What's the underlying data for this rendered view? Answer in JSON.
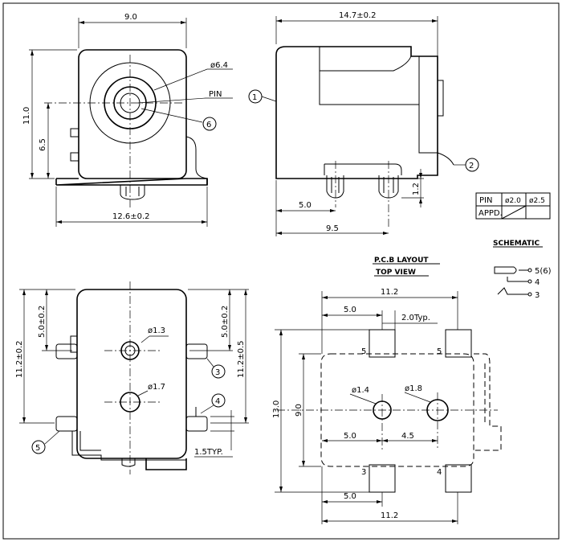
{
  "front_view": {
    "dim_width": "9.0",
    "dim_height": "11.0",
    "dim_center": "6.5",
    "dim_hole": "ø6.4",
    "pin_label": "PIN",
    "dim_base": "12.6±0.2",
    "callout_6": "6"
  },
  "side_view": {
    "dim_length": "14.7±0.2",
    "dim_pin_height": "1.2",
    "dim_5": "5.0",
    "dim_95": "9.5",
    "callout_1": "1",
    "callout_2": "2"
  },
  "pin_table": {
    "pin": "PIN",
    "col1": "ø2.0",
    "col2": "ø2.5",
    "appd": "APPD."
  },
  "schematic": {
    "title": "SCHEMATIC",
    "pin5": "5(6)",
    "pin4": "4",
    "pin3": "3"
  },
  "pcb": {
    "title": "P.C.B LAYOUT",
    "subtitle": "TOP VIEW",
    "dim_top": "11.2",
    "dim_5": "5.0",
    "dim_2typ": "2.0Typ.",
    "dim_13": "13.0",
    "dim_9": "9.0",
    "hole1": "ø1.4",
    "hole2": "ø1.8",
    "dim_5b": "5.0",
    "dim_45": "4.5",
    "dim_5c": "5.0",
    "dim_bottom": "11.2",
    "pad5a": "5",
    "pad5b": "5",
    "pad3": "3",
    "pad4": "4"
  },
  "bottom_view": {
    "dim_left_5": "5.0±0.2",
    "dim_left_112": "11.2±0.2",
    "dim_right_5": "5.0±0.2",
    "dim_right_112": "11.2±0.5",
    "hole1": "ø1.3",
    "hole2": "ø1.7",
    "dim_15": "1.5TYP.",
    "callout_3": "3",
    "callout_4": "4",
    "callout_5": "5"
  }
}
